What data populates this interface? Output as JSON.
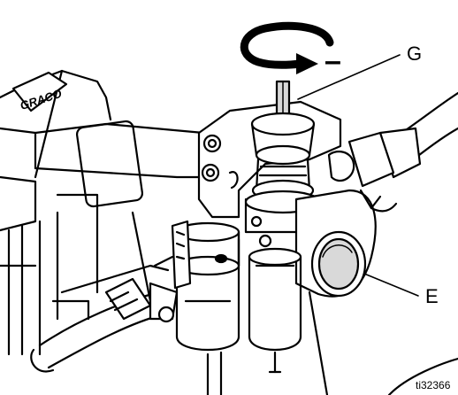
{
  "figure": {
    "callouts": {
      "g": "G",
      "e": "E"
    },
    "rotation_sign": "–",
    "figure_id": "ti32366",
    "brand_mark": "GRACO"
  },
  "colors": {
    "line": "#000000",
    "fill": "#ffffff",
    "shade": "#d9d9d9",
    "dark": "#333333"
  },
  "icons": [
    "counterclockwise-arrow-icon",
    "pressure-gauge-icon",
    "adjustment-knob-icon"
  ]
}
